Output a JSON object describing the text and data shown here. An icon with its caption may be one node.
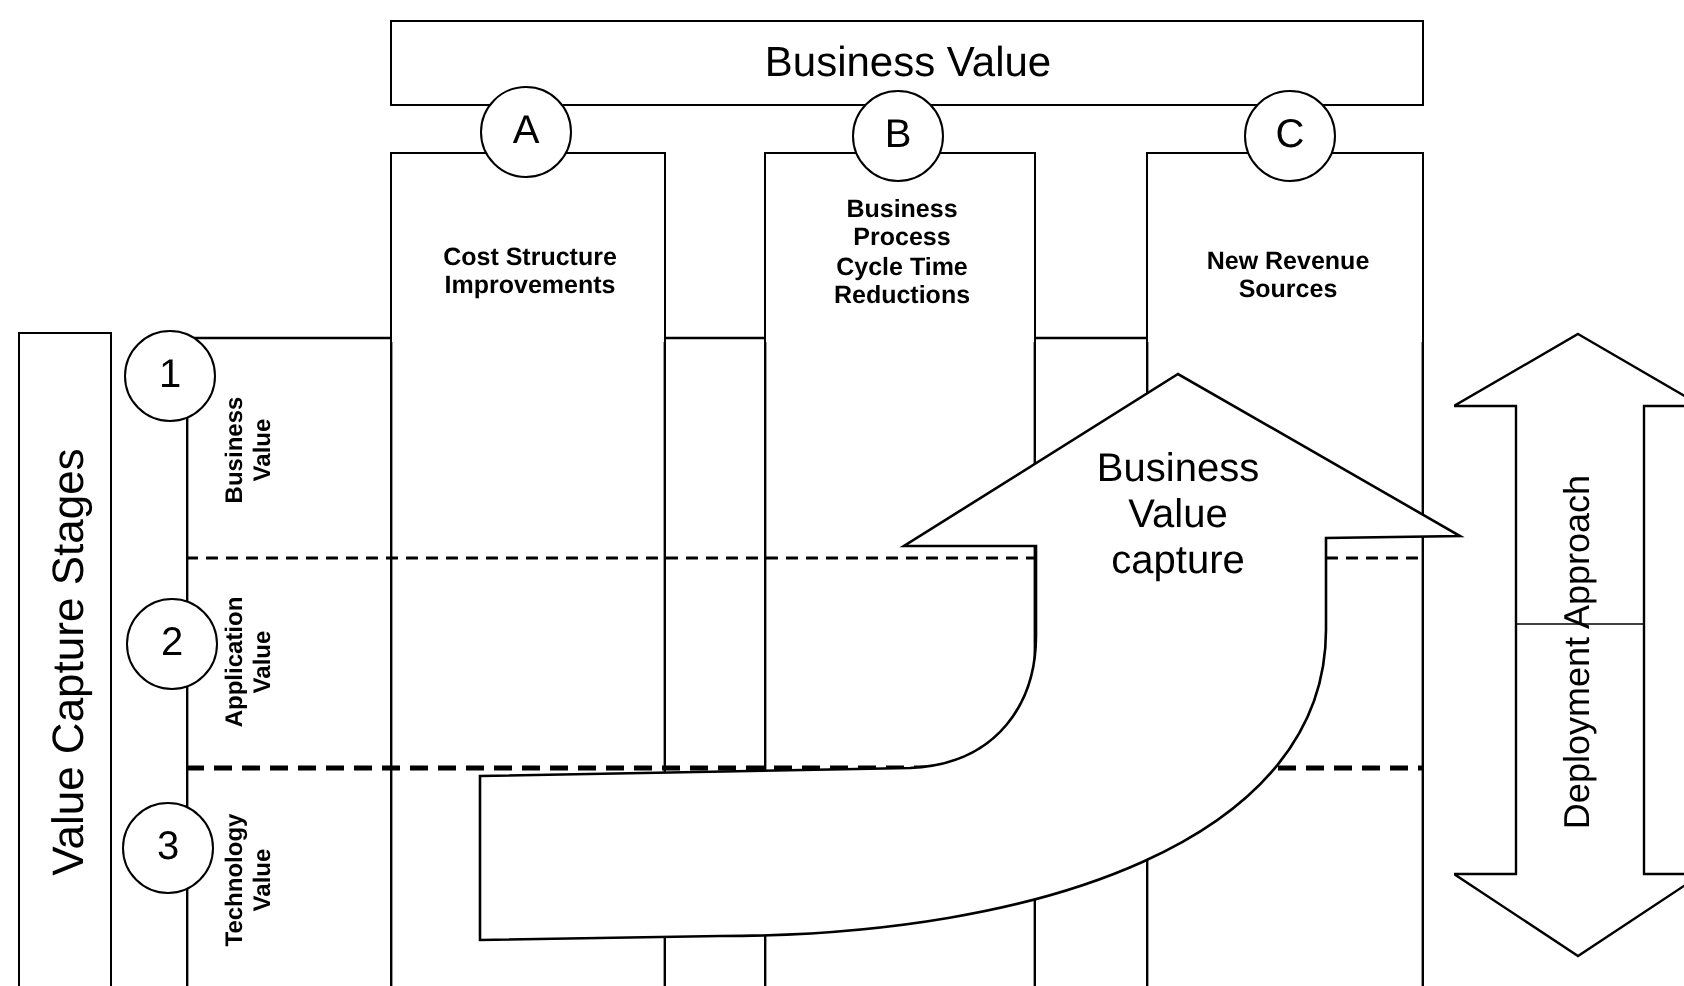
{
  "diagram": {
    "nodes": [
      {
        "text": [
          "Business Value"
        ]
      },
      {
        "text": [
          "A"
        ]
      },
      {
        "text": [
          "Cost Structure Improvements"
        ]
      },
      {
        "text": [
          "B"
        ]
      },
      {
        "text": [
          "Business Process Cycle Time Reductions"
        ]
      },
      {
        "text": [
          "C"
        ]
      },
      {
        "text": [
          "New Revenue Sources"
        ]
      },
      {
        "text": [
          "Value Capture Stages"
        ]
      },
      {
        "text": [
          "1"
        ]
      },
      {
        "text": [
          "Business Value"
        ]
      },
      {
        "text": [
          "2"
        ]
      },
      {
        "text": [
          "Application Value"
        ]
      },
      {
        "text": [
          "3"
        ]
      },
      {
        "text": [
          "Technology Value"
        ]
      },
      {
        "text": [
          "Business Value capture"
        ]
      },
      {
        "text": [
          "Deployment Approach"
        ]
      }
    ]
  }
}
